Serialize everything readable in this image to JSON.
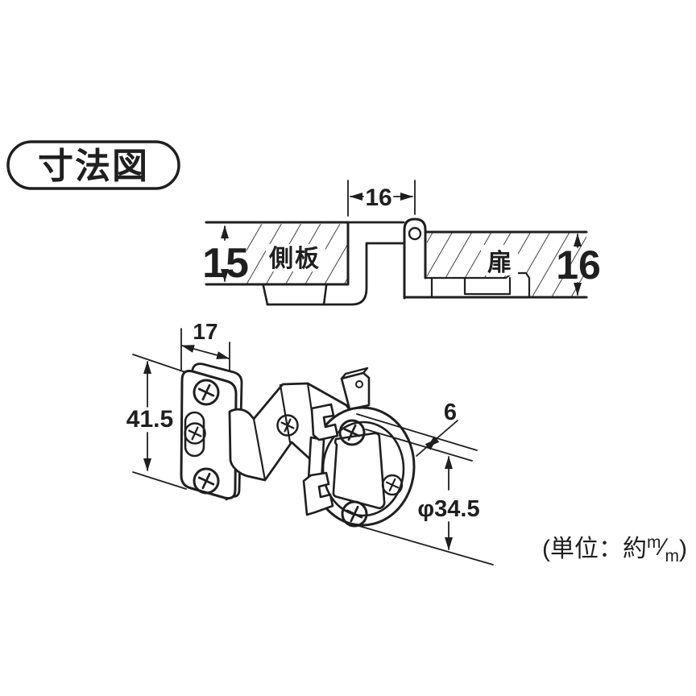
{
  "badge": {
    "label": "寸法図"
  },
  "cross_section": {
    "mount_offset_dim": "16",
    "side_panel_thickness_dim": "15",
    "side_panel_label": "側板",
    "door_label": "扉",
    "door_thickness_dim": "16"
  },
  "hinge_view": {
    "plate_width_dim": "17",
    "plate_length_dim": "41.5",
    "cup_rim_dim": "6",
    "cup_diameter_dim": "φ34.5"
  },
  "unit_note": {
    "prefix": "(単位：約",
    "numerator": "m",
    "slash": "∕",
    "denominator": "m",
    "suffix": ")"
  },
  "colors": {
    "line": "#1f1f1f",
    "background": "#ffffff"
  }
}
